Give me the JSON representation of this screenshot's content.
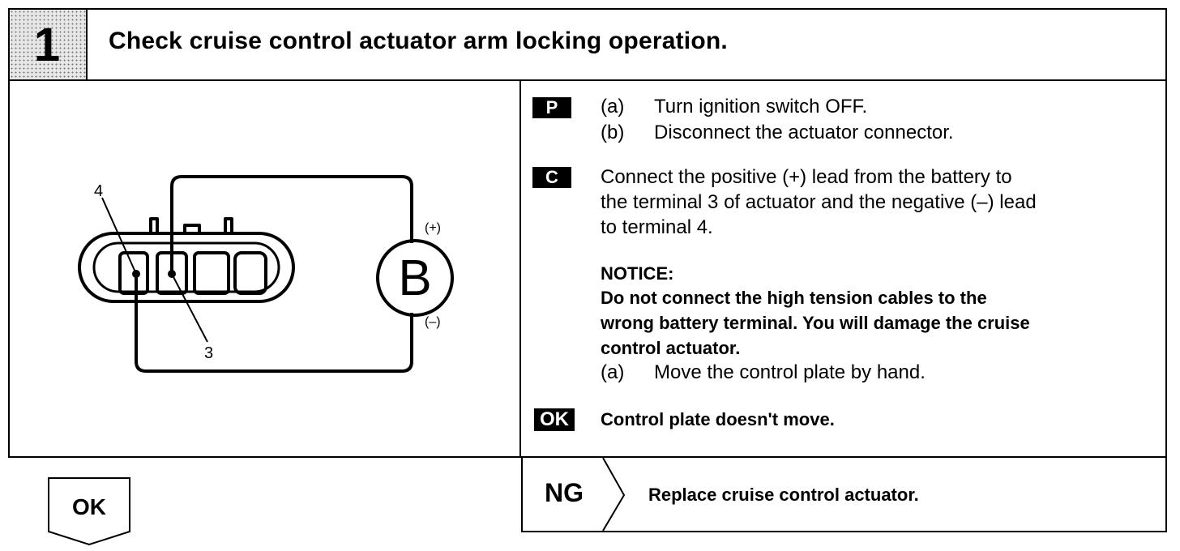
{
  "header": {
    "step_number": "1",
    "title": "Check cruise control actuator arm locking operation."
  },
  "diagram": {
    "terminal_4": "4",
    "terminal_3": "3",
    "battery_label": "B",
    "positive_label": "(+)",
    "negative_label": "(–)"
  },
  "prep": {
    "badge": "P",
    "step_a_label": "(a)",
    "step_a_text": "Turn ignition switch OFF.",
    "step_b_label": "(b)",
    "step_b_text": "Disconnect the actuator connector."
  },
  "check": {
    "badge": "C",
    "lines": [
      "Connect the positive (+) lead from the battery to",
      "the terminal 3 of actuator and the negative (–) lead",
      "to terminal 4."
    ],
    "notice_heading": "NOTICE:",
    "notice_lines": [
      "Do not connect the high tension cables to the",
      "wrong battery terminal. You will damage the cruise",
      "control actuator."
    ],
    "step_a_label": "(a)",
    "step_a_text": "Move the control plate by hand."
  },
  "ok": {
    "badge": "OK",
    "text": "Control plate doesn't move.",
    "arrow_label": "OK"
  },
  "ng": {
    "label": "NG",
    "text": "Replace cruise control actuator."
  }
}
